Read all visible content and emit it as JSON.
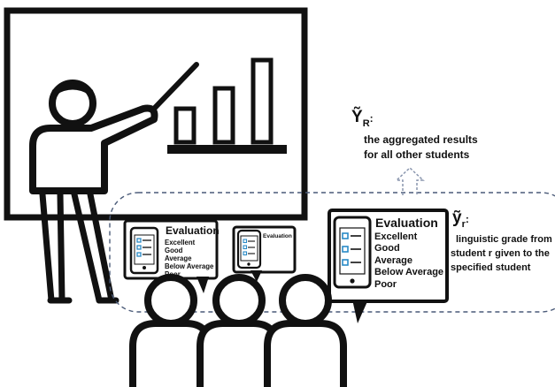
{
  "symbols": {
    "y_big": "Ỹ",
    "aggregate_subscript": "R",
    "aggregate_colon": ":",
    "y_small": "ỹ",
    "individual_subscript": "r",
    "individual_colon": ":"
  },
  "aggregate": {
    "line1": "the aggregated results",
    "line2": "for all other students"
  },
  "individual": {
    "line1": "linguistic grade from",
    "line2": "student r  given to the",
    "line3": "specified student"
  },
  "evaluation": {
    "title": "Evaluation",
    "options": [
      "Excellent",
      "Good",
      "Average",
      "Below Average",
      "Poor"
    ]
  },
  "colors": {
    "ink": "#111111",
    "dashed_border": "#4a5a78",
    "arrow": "#8a96ae"
  }
}
